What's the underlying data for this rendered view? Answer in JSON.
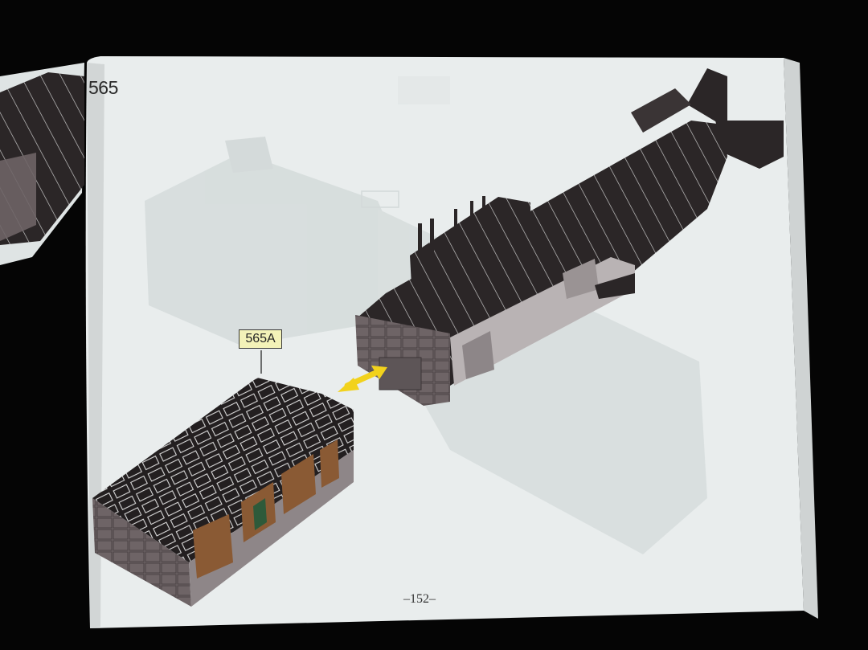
{
  "page": {
    "step_number": "565",
    "substep_label": "565A",
    "page_number": "–152–"
  },
  "colors": {
    "background": "#050505",
    "paper": "#e9eded",
    "brick_dark": "#2b2627",
    "brick_grey": "#6e6466",
    "interior_brown": "#8a5a34",
    "arrow_yellow": "#f2d21c",
    "label_yellow": "#f3f2b8"
  }
}
